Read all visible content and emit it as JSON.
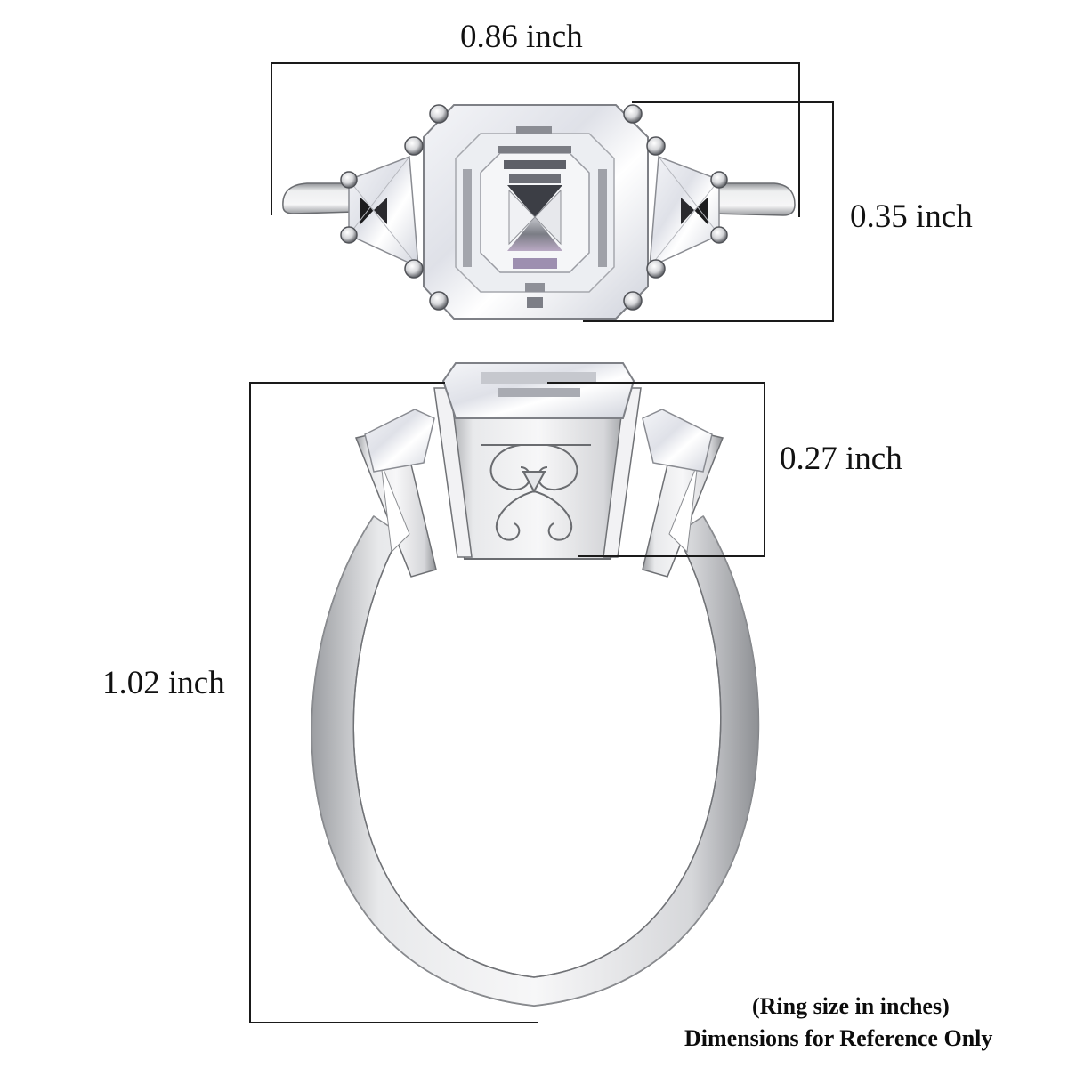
{
  "product": {
    "type": "three-stone ring",
    "center_stone_cut": "asscher",
    "side_stone_cut": "trapezoid",
    "metal_color": "#d9dadc"
  },
  "views": {
    "top": {
      "name": "top view"
    },
    "side": {
      "name": "side profile view"
    }
  },
  "dimensions": {
    "width": {
      "label": "0.86 inch",
      "value": 0.86,
      "unit": "inch",
      "measures": "ring top width"
    },
    "top_height": {
      "label": "0.35 inch",
      "value": 0.35,
      "unit": "inch",
      "measures": "top face height"
    },
    "head_height": {
      "label": "0.27 inch",
      "value": 0.27,
      "unit": "inch",
      "measures": "setting height"
    },
    "total_height": {
      "label": "1.02 inch",
      "value": 1.02,
      "unit": "inch",
      "measures": "overall ring height"
    }
  },
  "notes": {
    "line1": "(Ring size in inches)",
    "line2": "Dimensions for Reference Only"
  },
  "colors": {
    "background": "#ffffff",
    "lines": "#1a1a1a",
    "text": "#111111"
  }
}
